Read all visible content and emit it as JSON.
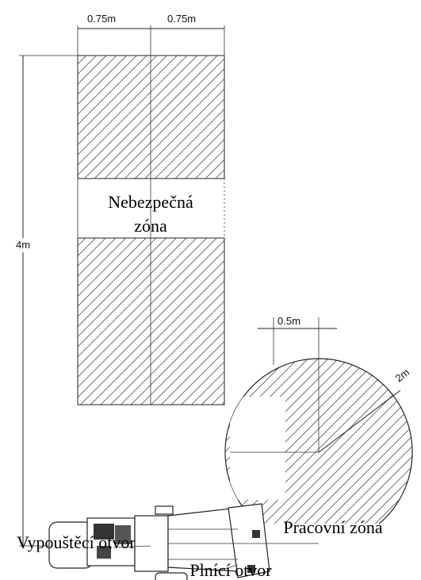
{
  "dimensions": {
    "left_width": "0.75m",
    "right_width": "0.75m",
    "height": "4m",
    "offset": "0.5m",
    "radius": "2m"
  },
  "labels": {
    "danger_zone_line1": "Nebezpečná",
    "danger_zone_line2": "zóna",
    "work_zone": "Pracovní zóna",
    "drain_opening": "Vypouštěcí otvor",
    "fill_opening": "Plnící otvor"
  }
}
